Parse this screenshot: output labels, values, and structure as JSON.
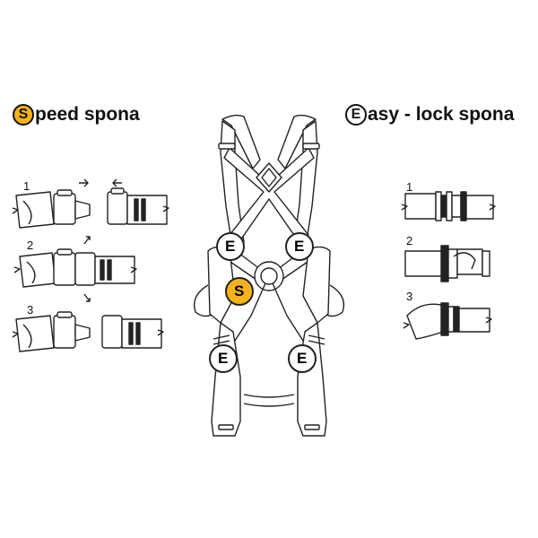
{
  "headings": {
    "speed": {
      "badge": "S",
      "text": "peed spona"
    },
    "easy": {
      "badge": "E",
      "text": "asy - lock spona"
    }
  },
  "speed_steps": [
    "1",
    "2",
    "3"
  ],
  "easy_steps": [
    "1",
    "2",
    "3"
  ],
  "harness_markers": {
    "easy_lock": "E",
    "speed": "S"
  },
  "colors": {
    "speed_accent": "#f5b21b",
    "line": "#222222",
    "strap_fill": "#ffffff"
  }
}
